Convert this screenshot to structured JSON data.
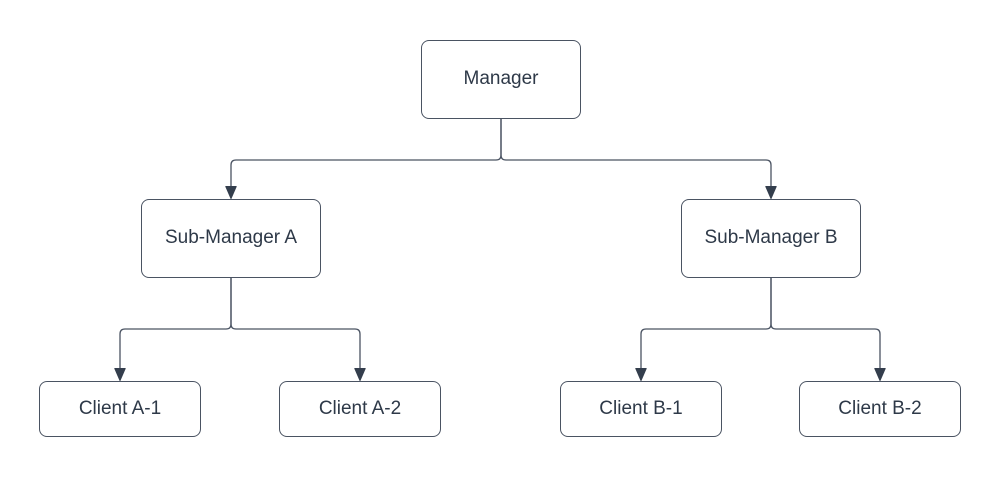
{
  "diagram": {
    "type": "org-chart",
    "nodes": {
      "manager": {
        "label": "Manager"
      },
      "sub_a": {
        "label": "Sub-Manager A"
      },
      "sub_b": {
        "label": "Sub-Manager B"
      },
      "client_a1": {
        "label": "Client A-1"
      },
      "client_a2": {
        "label": "Client A-2"
      },
      "client_b1": {
        "label": "Client B-1"
      },
      "client_b2": {
        "label": "Client B-2"
      }
    },
    "edges": [
      {
        "from": "Manager",
        "to": "Sub-Manager A"
      },
      {
        "from": "Manager",
        "to": "Sub-Manager B"
      },
      {
        "from": "Sub-Manager A",
        "to": "Client A-1"
      },
      {
        "from": "Sub-Manager A",
        "to": "Client A-2"
      },
      {
        "from": "Sub-Manager B",
        "to": "Client B-1"
      },
      {
        "from": "Sub-Manager B",
        "to": "Client B-2"
      }
    ],
    "colors": {
      "background": "#ffffff",
      "node_fill": "#ffffff",
      "stroke": "#4a5362",
      "text": "#2e3948",
      "arrow": "#343e4d"
    }
  }
}
